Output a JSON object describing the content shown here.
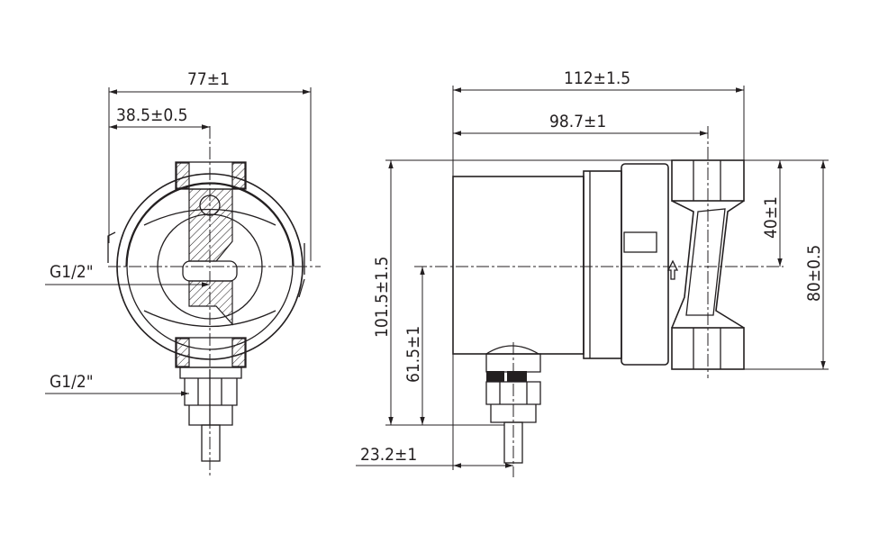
{
  "front_view": {
    "dim_width": "77±1",
    "dim_half_width": "38.5±0.5",
    "thread_inlet": "G1/2\"",
    "thread_outlet": "G1/2\""
  },
  "side_view": {
    "dim_length": "112±1.5",
    "dim_to_pipe_axis": "98.7±1",
    "dim_half_pipe": "40±1",
    "dim_pipe": "80±0.5",
    "dim_total_height": "101.5±1.5",
    "dim_axis_height": "61.5±1",
    "dim_gland_offset": "23.2±1"
  }
}
